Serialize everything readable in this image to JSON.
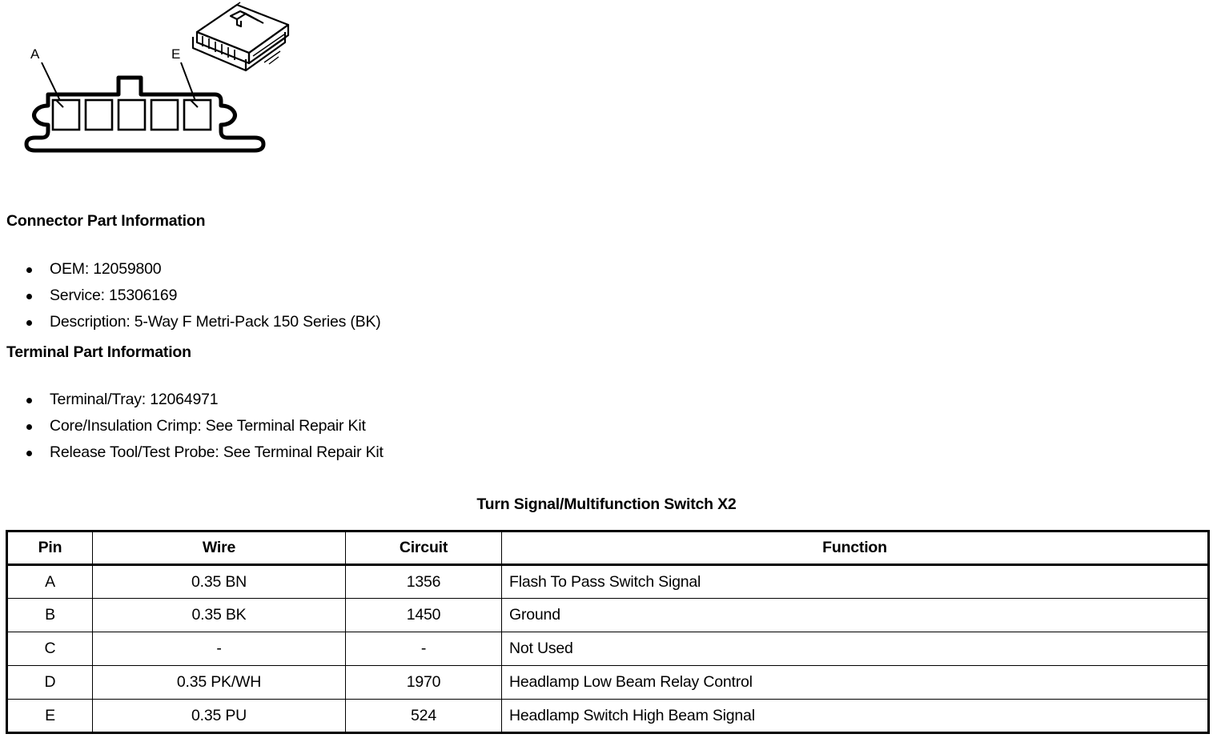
{
  "illustration": {
    "name": "connector-end-view",
    "pin_labels": [
      {
        "id": "A",
        "text": "A"
      },
      {
        "id": "E",
        "text": "E"
      }
    ],
    "cavity_count": 5
  },
  "connector_part": {
    "heading": "Connector Part Information",
    "items": [
      "OEM: 12059800",
      "Service: 15306169",
      "Description: 5-Way F Metri-Pack 150 Series (BK)"
    ]
  },
  "terminal_part": {
    "heading": "Terminal Part Information",
    "items": [
      "Terminal/Tray: 12064971",
      "Core/Insulation Crimp: See Terminal Repair Kit",
      "Release Tool/Test Probe: See Terminal Repair Kit"
    ]
  },
  "pinout": {
    "title": "Turn Signal/Multifunction Switch X2",
    "columns": [
      "Pin",
      "Wire",
      "Circuit",
      "Function"
    ],
    "rows": [
      {
        "pin": "A",
        "wire": "0.35 BN",
        "circuit": "1356",
        "function": "Flash To Pass Switch Signal"
      },
      {
        "pin": "B",
        "wire": "0.35 BK",
        "circuit": "1450",
        "function": "Ground"
      },
      {
        "pin": "C",
        "wire": "-",
        "circuit": "-",
        "function": "Not Used"
      },
      {
        "pin": "D",
        "wire": "0.35 PK/WH",
        "circuit": "1970",
        "function": "Headlamp Low Beam Relay Control"
      },
      {
        "pin": "E",
        "wire": "0.35 PU",
        "circuit": "524",
        "function": "Headlamp Switch High Beam Signal"
      }
    ]
  },
  "colors": {
    "ink": "#000000",
    "paper": "#ffffff"
  }
}
